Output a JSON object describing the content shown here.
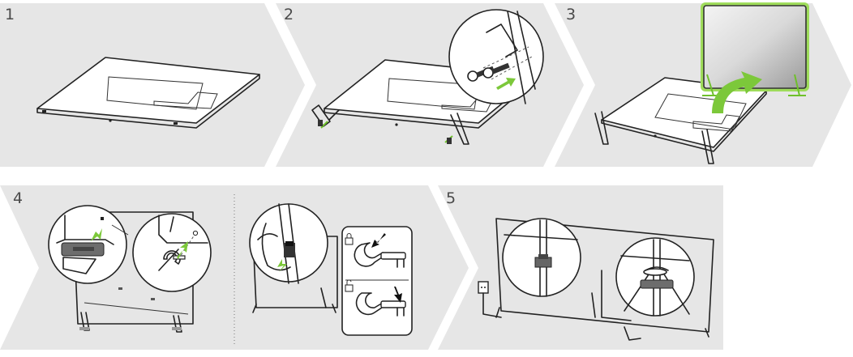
{
  "steps": [
    {
      "number": "1"
    },
    {
      "number": "2"
    },
    {
      "number": "3"
    },
    {
      "number": "4"
    },
    {
      "number": "5"
    }
  ],
  "colors": {
    "panel": "#e6e6e6",
    "accent": "#7cc83a",
    "line": "#222222"
  }
}
